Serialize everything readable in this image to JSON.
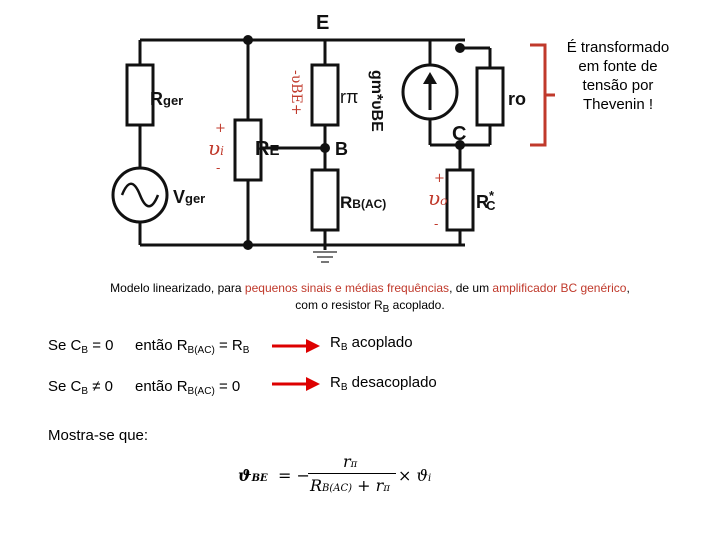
{
  "circuit": {
    "node_E": "E",
    "node_B": "B",
    "node_C": "C",
    "r_ger": {
      "main": "R",
      "sub": "ger"
    },
    "v_ger": {
      "main": "V",
      "sub": "ger"
    },
    "r_E": {
      "main": "R",
      "sub": "E"
    },
    "v_i": {
      "main": "υ",
      "sub": "i"
    },
    "r_pi": {
      "main": "r",
      "sub": "π"
    },
    "v_be": "-υBE+",
    "r_b_ac": {
      "main": "R",
      "sub": "B(AC)"
    },
    "gm_source": "gm*υBE",
    "r_o": "ro",
    "v_o": {
      "main": "υ",
      "sub": "o"
    },
    "r_c_star": {
      "main": "R",
      "sub": "C",
      "sup": "*"
    },
    "plus": "+",
    "minus": "-"
  },
  "note": "É transformado em fonte de tensão por Thevenin !",
  "caption": {
    "part1": "Modelo linearizado, para ",
    "part2": "pequenos sinais e médias frequências",
    "part3": ", de um ",
    "part4": "amplificador BC genérico",
    "part5": ", com o resistor R",
    "part5_sub": "B",
    "part6": " acoplado."
  },
  "rows": [
    {
      "cond": "Se C",
      "cond_sub": "B",
      "cond_op": " = 0",
      "then": "então R",
      "then_sub": "B(AC)",
      "then_rest": " = R",
      "then_rest_sub": "B",
      "result": "R",
      "result_sub": "B",
      "result_rest": " acoplado"
    },
    {
      "cond": "Se C",
      "cond_sub": "B",
      "cond_op": " ≠ 0",
      "then": "então R",
      "then_sub": "B(AC)",
      "then_rest": " = 0",
      "then_rest_sub": "",
      "result": "R",
      "result_sub": "B",
      "result_rest": " desacoplado"
    }
  ],
  "conclusion": "Mostra-se que:",
  "formula": {
    "lhs": "ϑ",
    "lhs_sub": "BE",
    "eq": "= −",
    "num": "r",
    "num_sub": "π",
    "den_a": "R",
    "den_a_sub": "B(AC)",
    "den_b": " + r",
    "den_b_sub": "π",
    "times": "× ϑ",
    "times_sub": "i"
  },
  "colors": {
    "wire": "#111111",
    "resistor_fill": "#ffffff",
    "bracket": "#c0392b",
    "highlight": "#c0392b",
    "vbe_label": "#c0392b"
  }
}
